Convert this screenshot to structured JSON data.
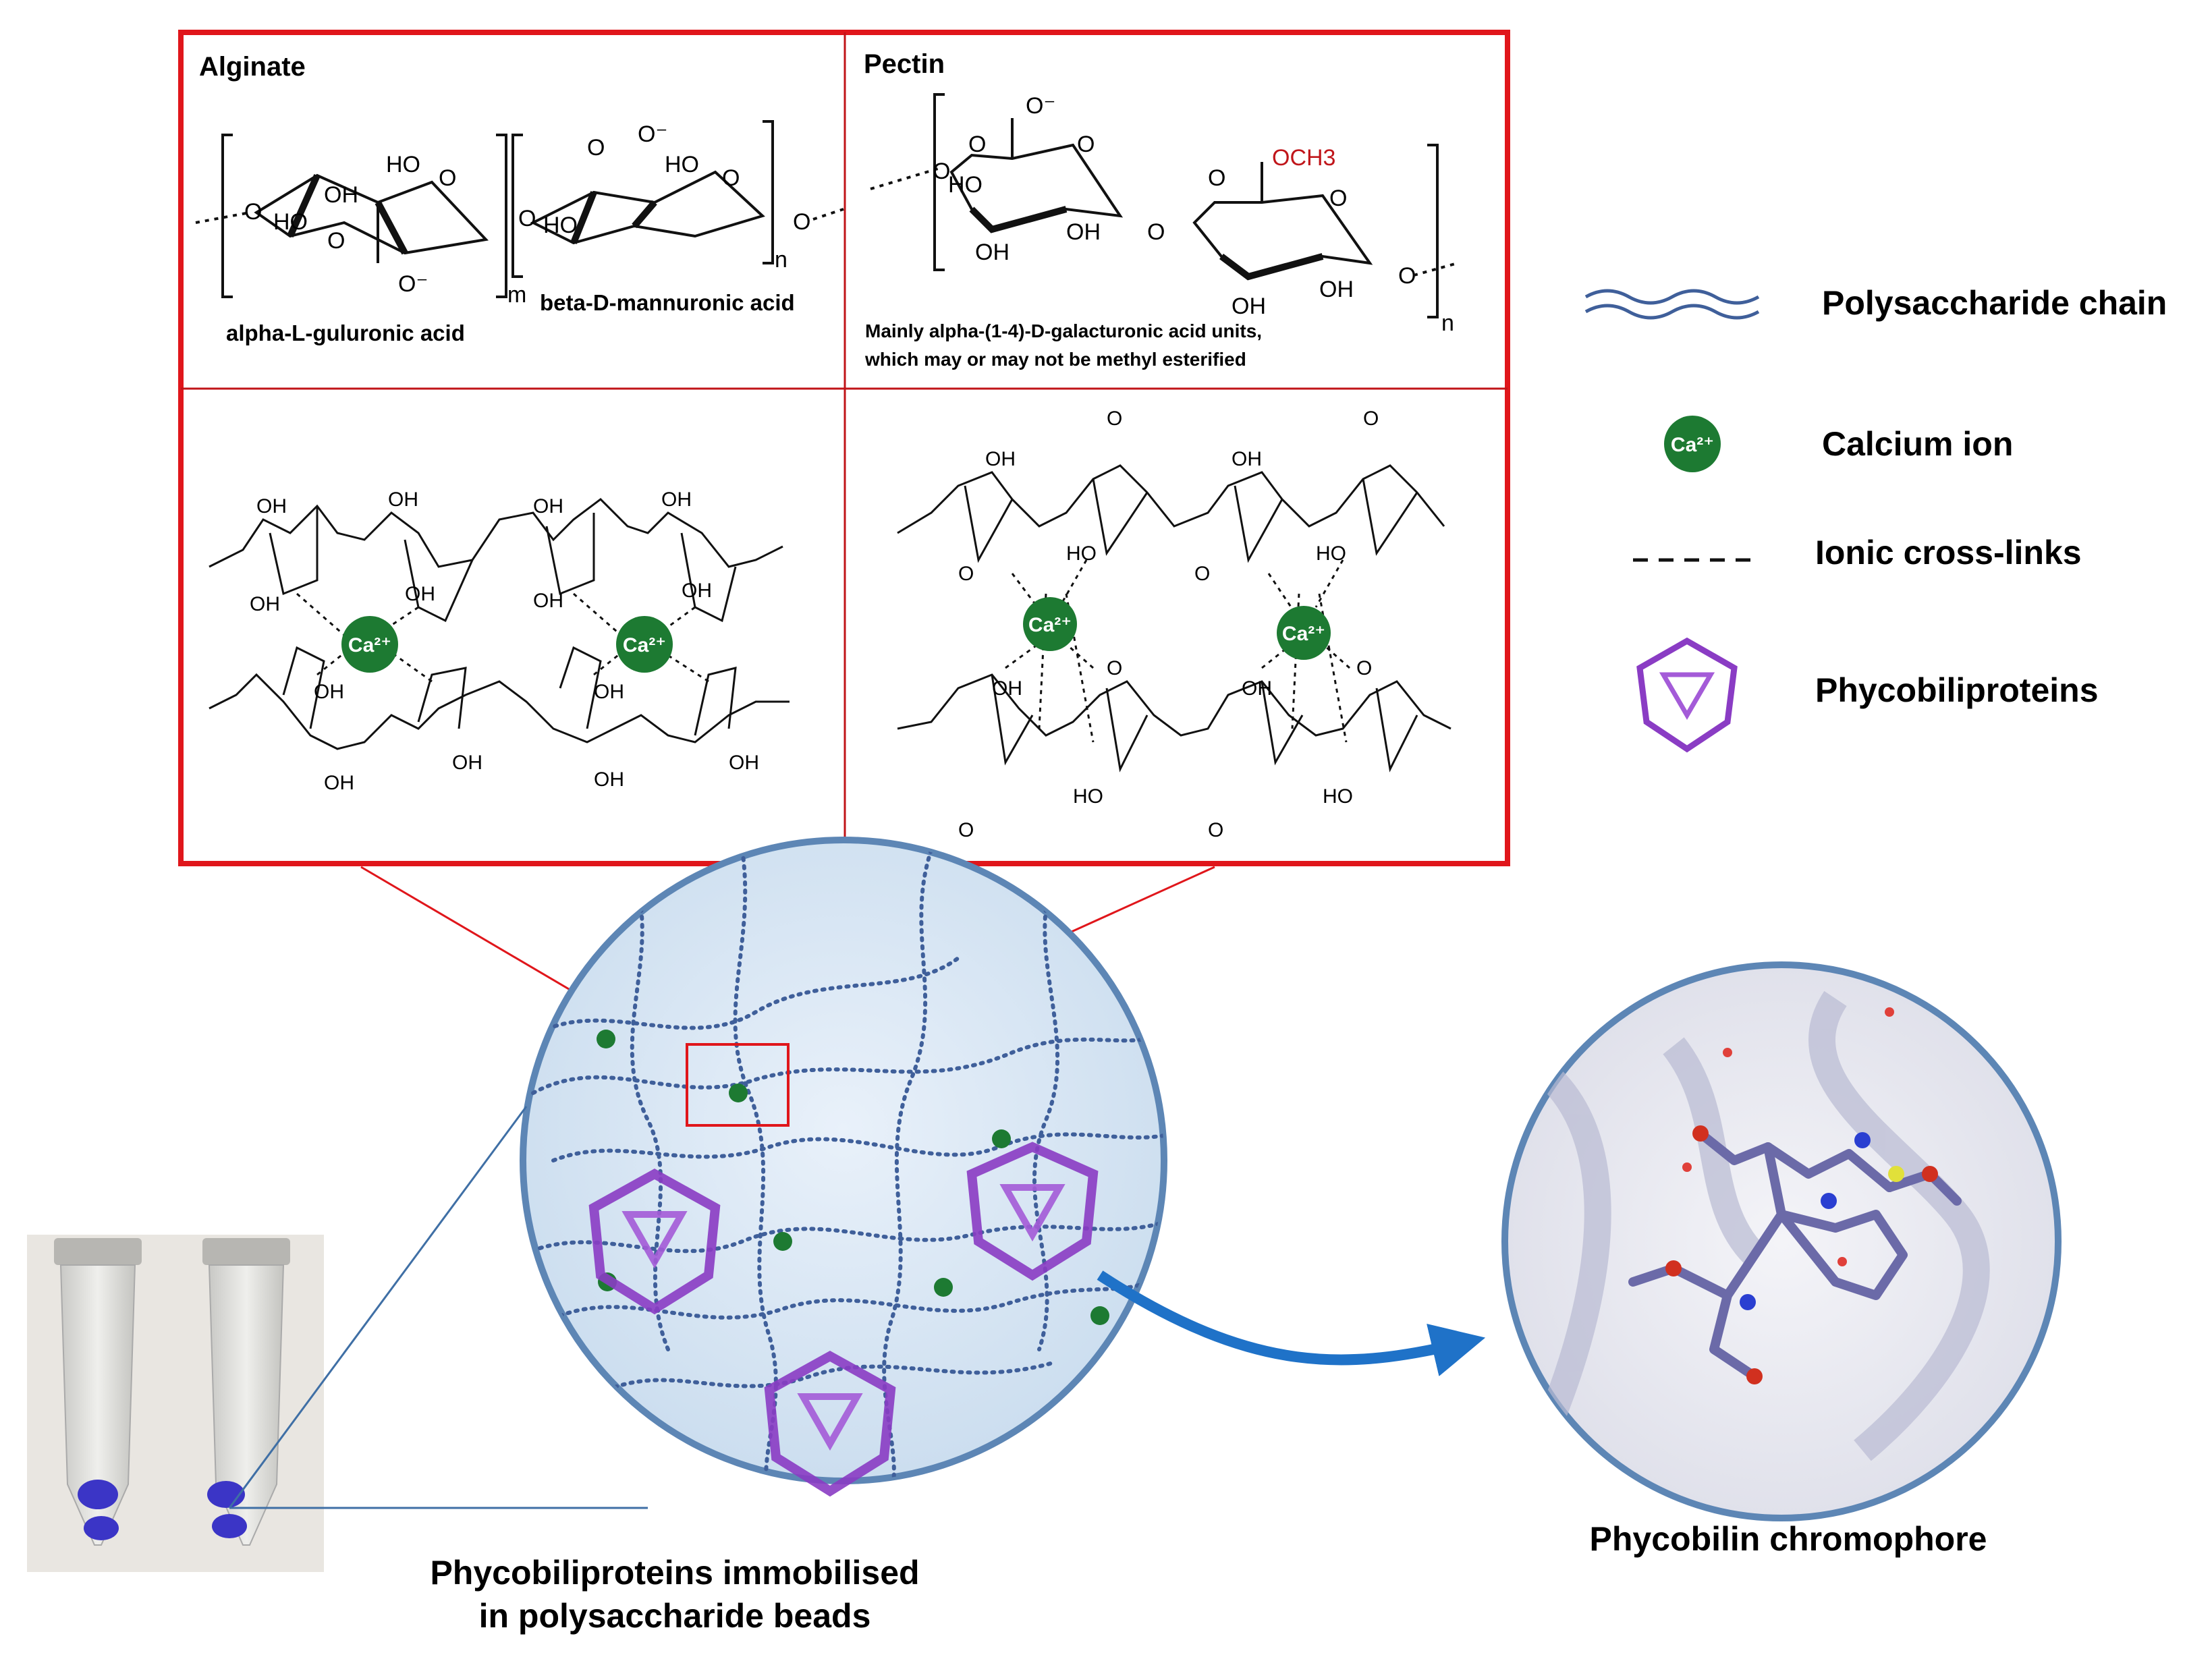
{
  "figure": {
    "colors": {
      "frame_red": "#e0161b",
      "bead_fill": "#dbe8f5",
      "bead_border": "#5d86b5",
      "chain_blue": "#3f5f9a",
      "calcium_green": "#1d7a32",
      "protein_purple": "#8a3cc4",
      "arrow_blue": "#1f72c8"
    },
    "panels": {
      "alginate": {
        "title": "Alginate",
        "unit_left": "alpha-L-guluronic acid",
        "unit_right": "beta-D-mannuronic acid",
        "sub_m": "m",
        "sub_n": "n"
      },
      "pectin": {
        "title": "Pectin",
        "caption_line1": "Mainly alpha-(1-4)-D-galacturonic  acid units,",
        "caption_line2": "which may or may not be methyl esterified",
        "methyl": "OCH3",
        "sub_n": "n"
      },
      "chem_labels": {
        "ho": "HO",
        "oh": "OH",
        "o_minus": "O⁻",
        "o": "O",
        "ca": "Ca²⁺"
      }
    },
    "legend": {
      "items": [
        {
          "label": "Polysaccharide chain",
          "icon": "wavy-chain-icon"
        },
        {
          "label": "Calcium ion",
          "icon": "calcium-ion-icon",
          "icon_text": "Ca²⁺"
        },
        {
          "label": "Ionic cross-links",
          "icon": "dashed-line-icon"
        },
        {
          "label": "Phycobiliproteins",
          "icon": "protein-icon"
        }
      ]
    },
    "bottom": {
      "bead_caption_line1": "Phycobiliproteins immobilised",
      "bead_caption_line2": "in polysaccharide beads",
      "chromophore_caption": "Phycobilin chromophore"
    }
  }
}
